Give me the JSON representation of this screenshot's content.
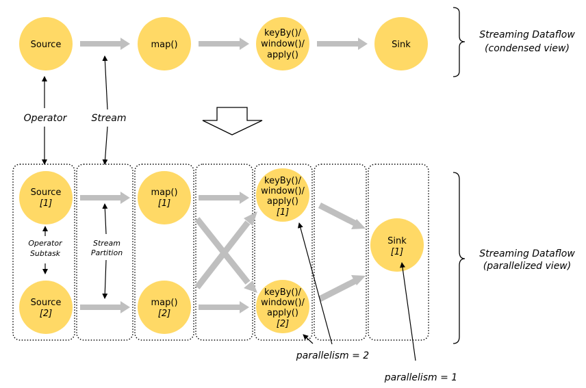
{
  "colors": {
    "node": "#FFD966",
    "arrow": "#BFBFBF",
    "ink": "#000000"
  },
  "condensed": {
    "source": "Source",
    "map": "map()",
    "keyby": [
      "keyBy()/",
      "window()/",
      "apply()"
    ],
    "sink": "Sink",
    "side_label": [
      "Streaming Dataflow",
      "(condensed view)"
    ]
  },
  "annotations": {
    "operator": "Operator",
    "stream": "Stream",
    "operator_subtask": [
      "Operator",
      "Subtask"
    ],
    "stream_partition": [
      "Stream",
      "Partition"
    ],
    "parallelism_2": "parallelism = 2",
    "parallelism_1": "parallelism = 1"
  },
  "parallel": {
    "source1": {
      "name": "Source",
      "index": "[1]"
    },
    "source2": {
      "name": "Source",
      "index": "[2]"
    },
    "map1": {
      "name": "map()",
      "index": "[1]"
    },
    "map2": {
      "name": "map()",
      "index": "[2]"
    },
    "keyby1": {
      "lines": [
        "keyBy()/",
        "window()/",
        "apply()"
      ],
      "index": "[1]"
    },
    "keyby2": {
      "lines": [
        "keyBy()/",
        "window()/",
        "apply()"
      ],
      "index": "[2]"
    },
    "sink1": {
      "name": "Sink",
      "index": "[1]"
    },
    "side_label": [
      "Streaming Dataflow",
      "(parallelized view)"
    ]
  }
}
